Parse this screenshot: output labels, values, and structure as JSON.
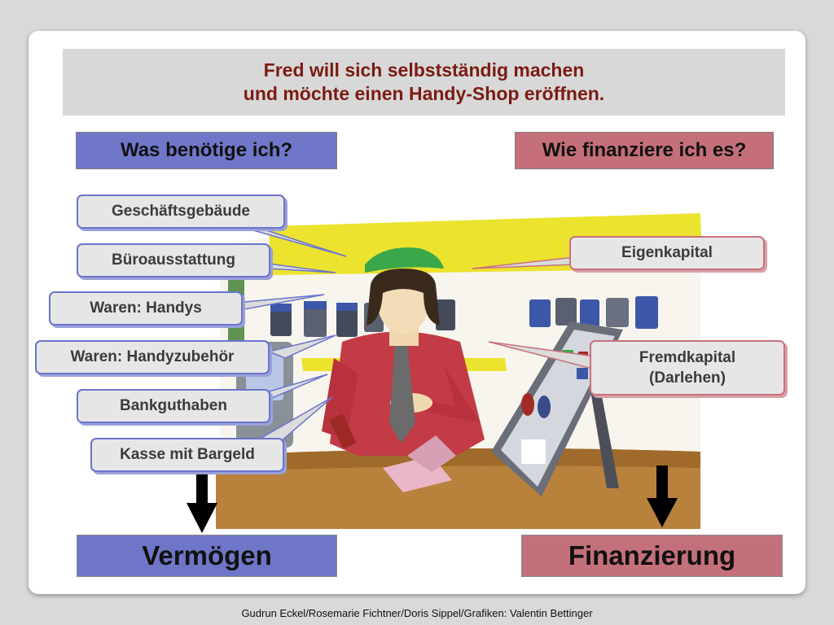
{
  "title": {
    "line1": "Fred will sich selbstständig machen",
    "line2": "und möchte einen Handy-Shop eröffnen."
  },
  "left_header": "Was benötige ich?",
  "right_header": "Wie finanziere ich es?",
  "left_items": [
    "Geschäftsgebäude",
    "Büroausstattung",
    "Waren: Handys",
    "Waren: Handyzubehör",
    "Bankguthaben",
    "Kasse mit Bargeld"
  ],
  "right_items": {
    "equity": "Eigenkapital",
    "debt_line1": "Fremdkapital",
    "debt_line2": "(Darlehen)"
  },
  "left_result": "Vermögen",
  "right_result": "Finanzierung",
  "footer": "Gudrun Eckel/Rosemarie Fichtner/Doris Sippel/Grafiken: Valentin Bettinger",
  "colors": {
    "blue": "#6f76c7",
    "red": "#c4707b",
    "title_text": "#7b1b12"
  }
}
